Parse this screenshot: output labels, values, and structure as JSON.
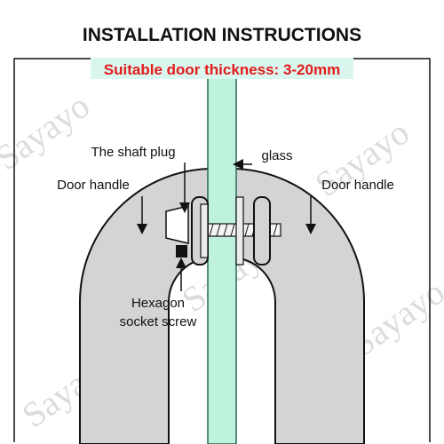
{
  "title": "INSTALLATION INSTRUCTIONS",
  "subtitle": "Suitable door thickness: 3-20mm",
  "labels": {
    "shaft_plug": "The shaft plug",
    "glass": "glass",
    "door_handle_left": "Door handle",
    "door_handle_right": "Door handle",
    "hexagon_line1": "Hexagon",
    "hexagon_line2": "socket screw"
  },
  "watermark": "Sayayo",
  "colors": {
    "glass": "#bff2dd",
    "glass_stroke": "#2a6a52",
    "handle_fill": "#d6d3d6",
    "subtitle_text": "#e21b1b",
    "subtitle_bg": "#d9f7ee",
    "outline": "#111111"
  }
}
